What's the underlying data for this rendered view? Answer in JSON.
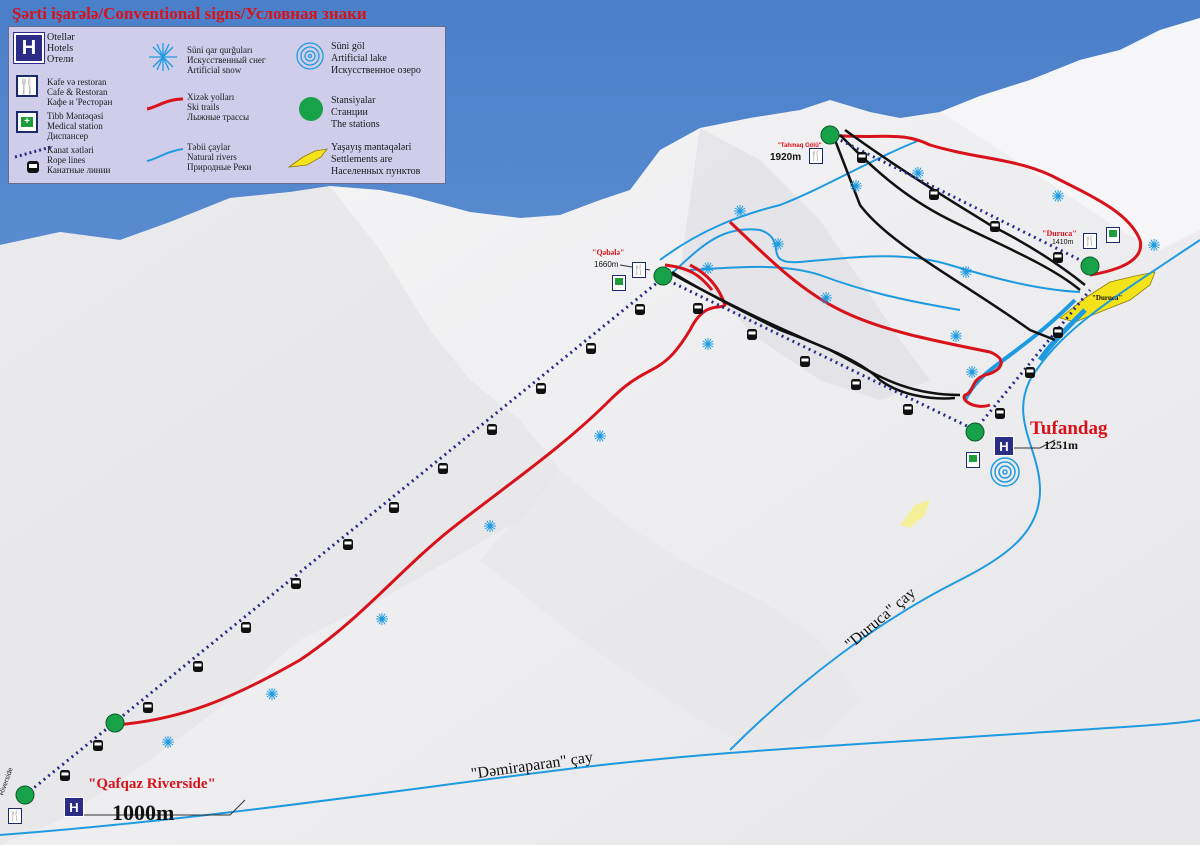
{
  "legend": {
    "title": "Şərti işarələ/Conventional signs/Условная знаки",
    "hotels": [
      "Otellər",
      "Hotels",
      "Отели"
    ],
    "cafe": [
      "Kafe və restoran",
      "Cafe & Restoran",
      "Кафе и 'Ресторан"
    ],
    "medical": [
      "Tibb Məntəqəsi",
      "Medical station",
      "Диспансер"
    ],
    "rope": [
      "Kanat xətləri",
      "Rope lines",
      "Канатные линии"
    ],
    "snow": [
      "Süni qar qurğuları",
      "Искусственный снег",
      "Artificial snow"
    ],
    "trails": [
      "Xizək yolları",
      "Ski trails",
      "Лыжные трассы"
    ],
    "rivers": [
      "Təbii çaylar",
      "Natural rivers",
      "Природные Реки"
    ],
    "lake": [
      "Süni göl",
      "Artificial lake",
      "Искусственное озеро"
    ],
    "stations": [
      "Stansiyalar",
      "Станции",
      "The stations"
    ],
    "settlements": [
      "Yaşayış məntəqələri",
      "Settlements are",
      "Населенных пунктов"
    ]
  },
  "places": {
    "riverside_name": "\"Qafqaz Riverside\"",
    "riverside_alt": "1000m",
    "riverside_vertical": "Riverside",
    "tufandag_name": "Tufandag",
    "tufandag_alt": "1251m",
    "qabala_name": "\"Qəbələ\"",
    "qabala_alt": "1660m",
    "top_name": "\"Tahmaq Gölü\"",
    "top_alt": "1920m",
    "duruca_station_name": "\"Duruca\"",
    "duruca_station_alt": "1410m",
    "duruca_village": "\"Duruca\"",
    "river_duruca": "\"Duruca\" çay",
    "river_demiraparan": "\"Dəmiraparan\" çay"
  },
  "icons": {
    "hotel": "H",
    "cafe": "fork-knife-icon",
    "medical": "medical-cross-icon",
    "gondola": "gondola-cabin-icon",
    "snow": "snowflake-icon",
    "lake": "spiral-lake-icon",
    "station": "station-dot-icon"
  },
  "colors": {
    "sky": "#5b8fd1",
    "snow": "#f3f3f5",
    "trail": "#d8121b",
    "river": "#1e9be0",
    "rope": "#2b2c86",
    "station": "#17a24a",
    "settlement": "#f5e31a",
    "black_line": "#111111"
  }
}
